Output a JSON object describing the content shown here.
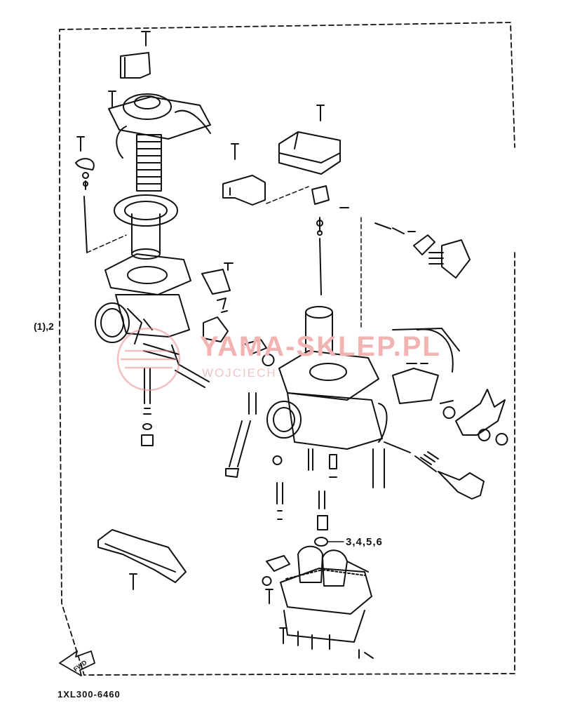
{
  "labels": {
    "ref_group_a": "(1),2",
    "ref_group_b": "3,4,5,6",
    "part_code": "1XL300-6460",
    "fwd": "FWD"
  },
  "watermark": {
    "name": "YAMA-SKLEP.PL",
    "sub": "WOJCIECH"
  },
  "colors": {
    "ink": "#111111",
    "watermark": "#e88a8a"
  }
}
